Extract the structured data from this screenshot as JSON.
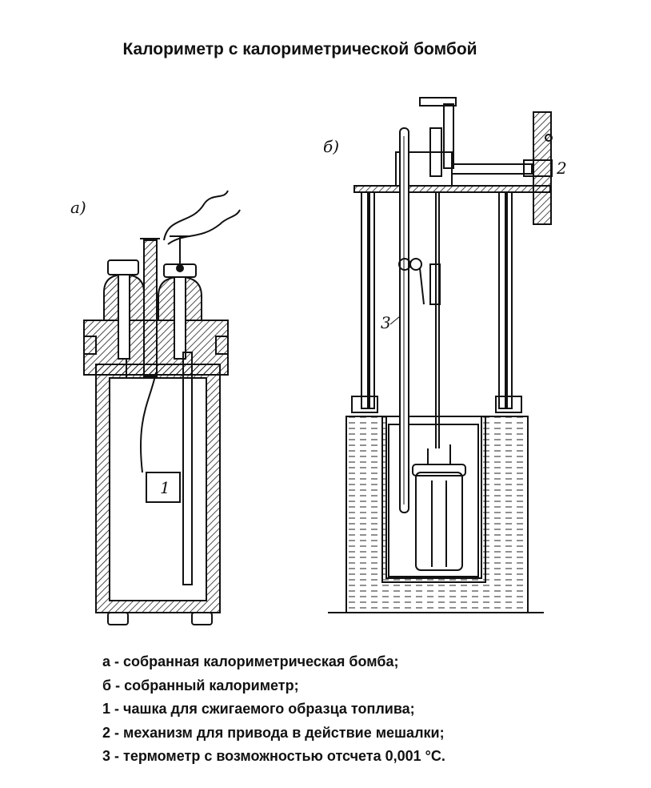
{
  "title": "Калориметр с калориметрической бомбой",
  "figure_labels": {
    "a": "а)",
    "b": "б)",
    "n1": "1",
    "n2": "2",
    "n3": "3"
  },
  "legend": [
    "а - собранная калориметрическая бомба;",
    "б - собранный калориметр;",
    "1 - чашка для сжигаемого образца топлива;",
    "2 - механизм для привода в действие мешалки;",
    "3 - термометр с возможностью отсчета 0,001 °С."
  ]
}
